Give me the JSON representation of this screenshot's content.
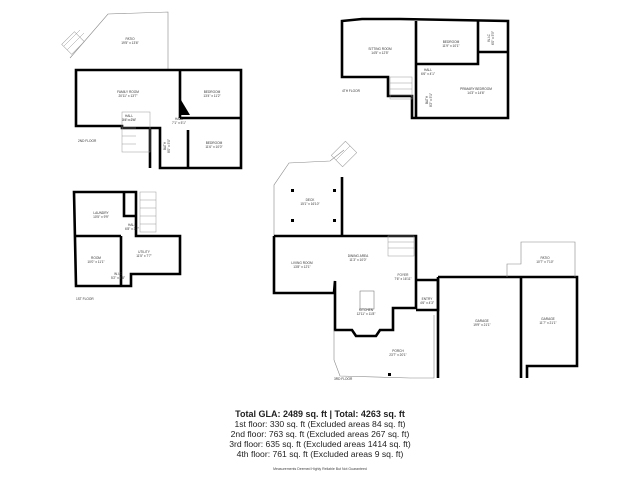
{
  "floors": {
    "second": {
      "label": "2ND FLOOR",
      "rooms": [
        {
          "name": "PATIO",
          "dims": "19'5\" x 13'6\""
        },
        {
          "name": "FAMILY ROOM",
          "dims": "20'11\" x 13'7\""
        },
        {
          "name": "BEDROOM",
          "dims": "13'4\" x 11'2\""
        },
        {
          "name": "HALL",
          "dims": "7'1\" x 5'1\""
        },
        {
          "name": "BEDROOM",
          "dims": "11'6\" x 10'0\""
        },
        {
          "name": "BATH",
          "dims": "8'0\" x 5'0\""
        },
        {
          "name": "HALL",
          "dims": "3'4\" x 2'6\""
        }
      ]
    },
    "fourth": {
      "label": "4TH FLOOR",
      "rooms": [
        {
          "name": "SITTING ROOM",
          "dims": "14'5\" x 12'5\""
        },
        {
          "name": "BEDROOM",
          "dims": "11'9\" x 10'1\""
        },
        {
          "name": "W.I.C",
          "dims": "6'0\" x 5'5\""
        },
        {
          "name": "HALL",
          "dims": "6'6\" x 4'1\""
        },
        {
          "name": "PRIMARY BEDROOM",
          "dims": "14'3\" x 14'6\""
        },
        {
          "name": "BATH",
          "dims": "8'2\" x 5'1\""
        }
      ]
    },
    "first": {
      "label": "1ST FLOOR",
      "rooms": [
        {
          "name": "LAUNDRY",
          "dims": "10'5\" x 9'9\""
        },
        {
          "name": "HALL",
          "dims": "6'8\" x 3'7\""
        },
        {
          "name": "ROOM",
          "dims": "10'0\" x 11'1\""
        },
        {
          "name": "UTILITY",
          "dims": "11'5\" x 7'7\""
        },
        {
          "name": "W.I.C",
          "dims": "5'2\" x 4'8\""
        }
      ]
    },
    "third": {
      "label": "3RD FLOOR",
      "rooms": [
        {
          "name": "DECK",
          "dims": "15'1\" x 16'10\""
        },
        {
          "name": "LIVING ROOM",
          "dims": "13'8\" x 12'1\""
        },
        {
          "name": "DINING AREA",
          "dims": "11'3\" x 10'0\""
        },
        {
          "name": "FOYER",
          "dims": "7'6\" x 16'11\""
        },
        {
          "name": "KITCHEN",
          "dims": "12'11\" x 11'8\""
        },
        {
          "name": "ENTRY",
          "dims": "4'6\" x 4'3\""
        },
        {
          "name": "PORCH",
          "dims": "23'7\" x 20'1\""
        },
        {
          "name": "GARAGE",
          "dims": "19'9\" x 21'1\""
        },
        {
          "name": "GARAGE",
          "dims": "11'7\" x 21'1\""
        },
        {
          "name": "PATIO",
          "dims": "10'7\" x 7'10\""
        }
      ]
    }
  },
  "summary": {
    "total": "Total GLA: 2489 sq. ft | Total: 4263 sq. ft",
    "lines": [
      "1st floor: 330 sq. ft (Excluded areas 84 sq. ft)",
      "2nd floor: 763 sq. ft (Excluded areas 267 sq. ft)",
      "3rd floor: 635 sq. ft (Excluded areas 1414 sq. ft)",
      "4th floor: 761 sq. ft (Excluded areas 9 sq. ft)"
    ],
    "note": "Measurements Deemed Highly Reliable But Not Guaranteed"
  }
}
